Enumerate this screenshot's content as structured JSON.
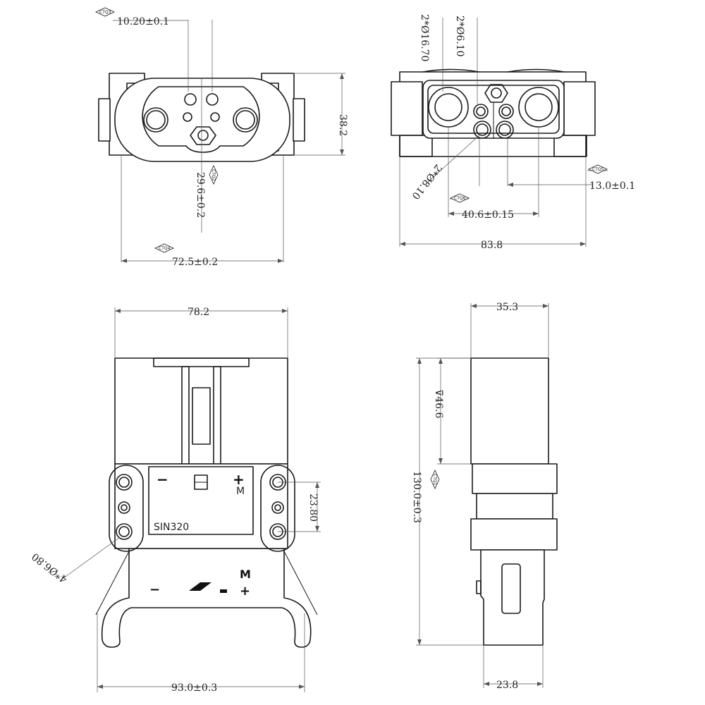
{
  "tags": {
    "ctq3": "CTQ3",
    "ctq2": "CTQ2",
    "ctq4": "CTQ4",
    "ctq5": "CTQ5",
    "ctq6": "CTQ6",
    "ctq1": "CTQ1"
  },
  "front_view": {
    "dim_pin_spacing": "10.20±0.1",
    "dim_height": "38.2",
    "dim_center": "29.6±0.2",
    "dim_width": "72.5±0.2"
  },
  "rear_view": {
    "dim_large_hole": "2*Ø16.70",
    "dim_small_hole_a": "2*Ø6.10",
    "dim_small_hole_b": "2*Ø8.10",
    "dim_offset": "13.0±0.1",
    "dim_pitch": "40.6±0.15",
    "dim_overall": "83.8"
  },
  "top_view": {
    "dim_top_width": "78.2",
    "dim_hole_spacing": "23.80",
    "dim_mount_holes": "4*Ø6.80",
    "dim_handle_width": "93.0±0.3",
    "label_minus": "−",
    "label_plus": "+",
    "label_m": "M",
    "model": "SIN320"
  },
  "side_view": {
    "dim_top": "35.3",
    "dim_depth": "⊽46.6",
    "dim_length": "130.0±0.3",
    "dim_bottom": "23.8"
  }
}
